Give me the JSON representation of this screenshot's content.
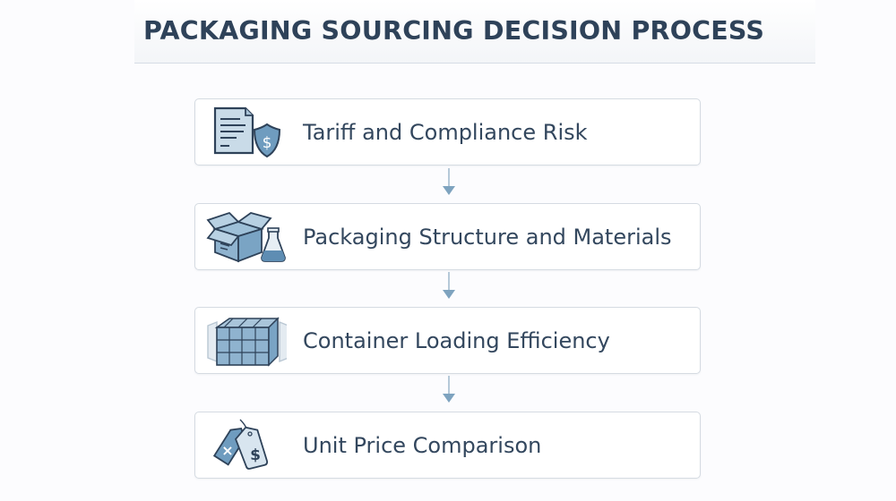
{
  "header": {
    "title": "PACKAGING SOURCING DECISION PROCESS"
  },
  "colors": {
    "title": "#2e4259",
    "label": "#33475e",
    "box_border": "#d5dbe2",
    "arrow": "#7ea3bf",
    "icon_fill": "#8fb3cf",
    "icon_stroke": "#2e4259"
  },
  "steps": [
    {
      "label": "Tariff and Compliance Risk",
      "icon": "document-shield-dollar-icon"
    },
    {
      "label": "Packaging Structure and Materials",
      "icon": "box-flask-icon"
    },
    {
      "label": "Container Loading Efficiency",
      "icon": "shipping-container-icon"
    },
    {
      "label": "Unit Price Comparison",
      "icon": "price-tags-icon"
    }
  ],
  "connectors": [
    {
      "from": 0,
      "to": 1,
      "type": "down-arrow"
    },
    {
      "from": 1,
      "to": 2,
      "type": "down-arrow"
    },
    {
      "from": 2,
      "to": 3,
      "type": "down-arrow"
    }
  ]
}
